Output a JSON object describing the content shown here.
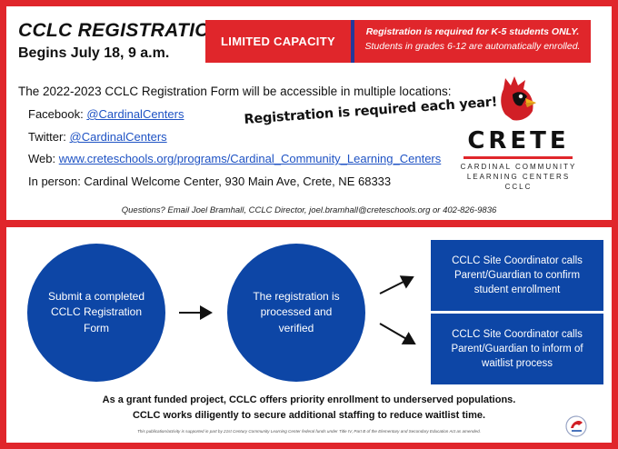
{
  "header": {
    "title": "CCLC REGISTRATION",
    "subtitle": "Begins July 18, 9 a.m.",
    "limited": "LIMITED CAPACITY",
    "notice_line1": "Registration is required for K-5 students ONLY.",
    "notice_line2": "Students in grades 6-12 are automatically enrolled."
  },
  "intro": "The 2022-2023 CCLC Registration Form will be accessible in multiple locations:",
  "locations": {
    "facebook_label": "Facebook:",
    "facebook_link": "@CardinalCenters",
    "twitter_label": "Twitter:",
    "twitter_link": "@CardinalCenters",
    "web_label": "Web:",
    "web_link": "www.creteschools.org/programs/Cardinal_Community_Learning_Centers",
    "inperson": "In person: Cardinal Welcome Center, 930 Main Ave, Crete, NE 68333"
  },
  "stamp": "Registration is required each year!",
  "logo": {
    "name": "CRETE",
    "line1": "CARDINAL COMMUNITY",
    "line2": "LEARNING CENTERS",
    "line3": "CCLC"
  },
  "questions": "Questions? Email Joel Bramhall, CCLC Director, joel.bramhall@creteschools.org or 402-826-9836",
  "flow": {
    "step1": "Submit a completed CCLC Registration Form",
    "step2": "The registration is processed and verified",
    "outcome1": "CCLC Site Coordinator calls Parent/Guardian to confirm student enrollment",
    "outcome2": "CCLC Site Coordinator calls Parent/Guardian to inform of waitlist process"
  },
  "footer": {
    "line1": "As a grant funded project, CCLC offers priority enrollment to underserved populations.",
    "line2": "CCLC works diligently to secure additional staffing to reduce waitlist time.",
    "fine_print": "This publication/activity is supported in part by 21st Century Community Learning Center federal funds under Title IV, Part B of the Elementary and Secondary Education Act as amended."
  },
  "colors": {
    "accent_red": "#e0262b",
    "accent_blue": "#0d46a6",
    "link_blue": "#1f53c4"
  }
}
